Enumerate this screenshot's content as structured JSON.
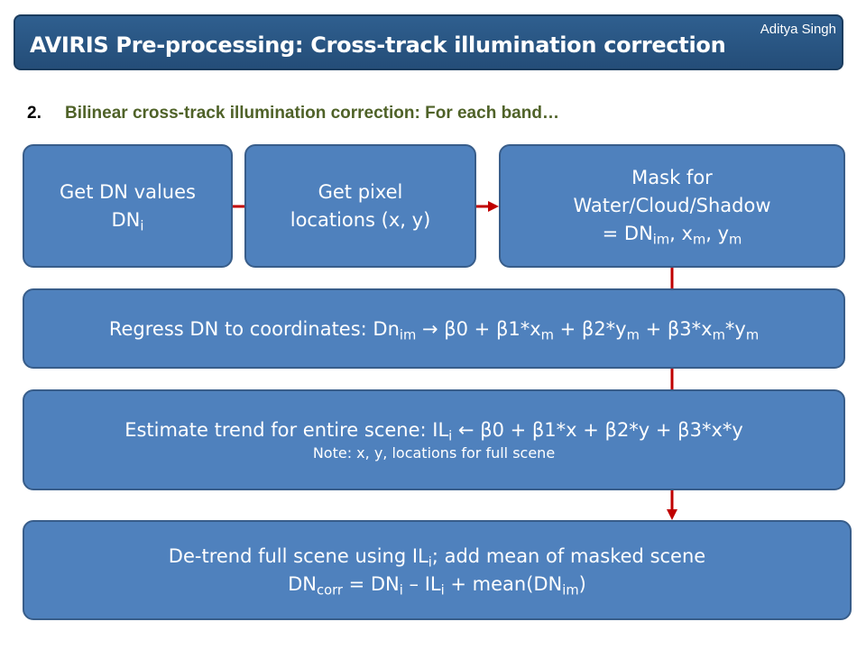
{
  "header": {
    "title": "AVIRIS Pre-processing: Cross-track illumination correction",
    "author": "Aditya Singh"
  },
  "step": {
    "number": "2.",
    "text": "Bilinear cross-track illumination correction: For each band…"
  },
  "boxes": {
    "dn": {
      "line1": "Get DN values",
      "line2": "DN",
      "line2_sub": "i"
    },
    "loc": {
      "line1": "Get pixel",
      "line2": "locations (x, y)"
    },
    "mask": {
      "line1": "Mask for",
      "line2": "Water/Cloud/Shadow",
      "l3a": "= DN",
      "l3b": "im",
      "l3c": ", x",
      "l3d": "m",
      "l3e": ", y",
      "l3f": "m"
    },
    "regress": {
      "a": "Regress DN to coordinates: Dn",
      "b": "im",
      "c": " → β0 + β1*x",
      "d": "m",
      "e": " + β2*y",
      "f": "m",
      "g": " + β3*x",
      "h": "m",
      "i": "*y",
      "j": "m"
    },
    "trend": {
      "a": "Estimate trend for entire scene: IL",
      "b": "i",
      "c": " ← β0 + β1*x + β2*y + β3*x*y",
      "note": "Note: x, y, locations for full scene"
    },
    "detrend": {
      "a": "De-trend full scene using IL",
      "b": "i",
      "c": "; add mean of masked scene",
      "d": "DN",
      "e": "corr",
      "f": " = DN",
      "g": "i",
      "h": " – IL",
      "i": "i",
      "j": " + mean(DN",
      "k": "im",
      "l": ")"
    }
  },
  "colors": {
    "box_fill": "#4f81bd",
    "box_border": "#385d8a",
    "arrow": "#c00000",
    "title_bg": "#2a5785",
    "step_text": "#4f6228"
  }
}
